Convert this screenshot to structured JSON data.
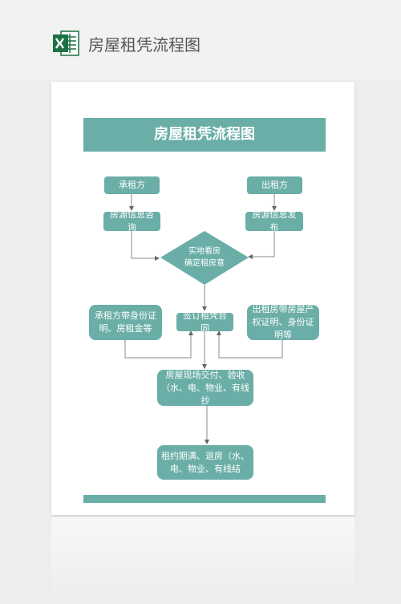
{
  "header": {
    "title": "房屋租凭流程图"
  },
  "document": {
    "title": "房屋租凭流程图"
  },
  "flow": {
    "tenant": "承租方",
    "landlord": "出租方",
    "tenant_consult": "房源信息咨询",
    "landlord_publish": "房源信息发布",
    "inspect_line1": "实地看房",
    "inspect_line2": "确定租房意",
    "tenant_docs": "承租方带身份证明、房租金等",
    "sign_contract": "签订租凭合同",
    "landlord_docs": "出租房带房屋产权证明、身份证明等",
    "handover": "房屋现场交付、验收（水、电、物业、有线抄",
    "lease_end": "租约期满、退房（水、电、物业、有线结"
  },
  "colors": {
    "accent": "#6aaea7",
    "excel_green": "#1e7145"
  }
}
